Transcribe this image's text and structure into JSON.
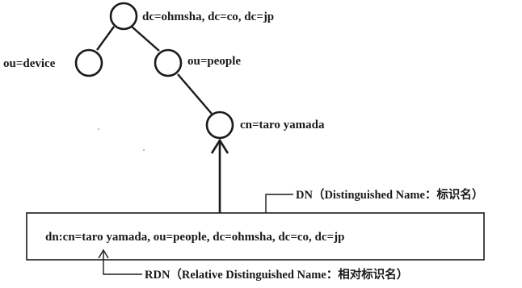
{
  "tree": {
    "root_label": "dc=ohmsha, dc=co, dc=jp",
    "left_label": "ou=device",
    "right_label": "ou=people",
    "leaf_label": "cn=taro yamada"
  },
  "dn_entry": {
    "text": "dn:cn=taro yamada, ou=people, dc=ohmsha, dc=co, dc=jp"
  },
  "annotations": {
    "dn_label": "DN（Distinguished Name：标识名）",
    "rdn_label": "RDN（Relative Distinguished Name：相对标识名）"
  },
  "colors": {
    "ink": "#1a1a1a",
    "background": "#ffffff"
  }
}
